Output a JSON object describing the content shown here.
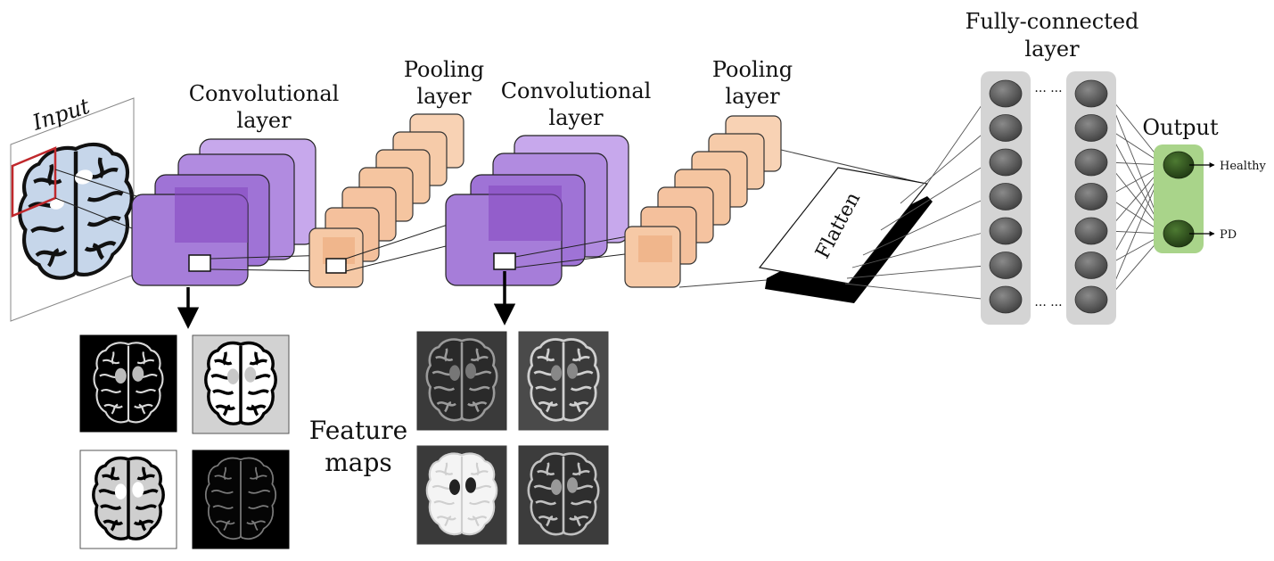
{
  "labels": {
    "input": "Input",
    "conv1": [
      "Convolutional",
      "layer"
    ],
    "pool1": [
      "Pooling",
      "layer"
    ],
    "conv2": [
      "Convolutional",
      "layer"
    ],
    "pool2": [
      "Pooling",
      "layer"
    ],
    "fc": [
      "Fully-connected",
      "layer"
    ],
    "flatten": "Flatten",
    "output": "Output",
    "feature_maps": [
      "Feature",
      "maps"
    ],
    "ellipsis_top": "··· ···",
    "ellipsis_bottom": "··· ···"
  },
  "classes": [
    "Healthy",
    "PD"
  ],
  "colors": {
    "conv": "#8f5cc8",
    "conv_light": "#b592e0",
    "pool": "#f6c7a3",
    "pool_dark": "#eaa478",
    "fc_column": "#d4d4d4",
    "neuron": "#555555",
    "output_box": "#a9d48a",
    "output_neuron": "#2e4d1c",
    "brain": "#c6d6ea",
    "receptive_field": "#c0282c"
  },
  "network": {
    "conv_maps_per_layer": 4,
    "pool_maps_per_layer": 7,
    "fc_neurons_per_column": 7,
    "fc_columns": 2,
    "output_neurons": 2
  },
  "feature_map_tiles": {
    "group1": [
      "dark-edges",
      "white-fill",
      "gray-fill",
      "dark-faint"
    ],
    "group2": [
      "gray-edges",
      "gray-outline",
      "white-dots",
      "gray-relief"
    ]
  }
}
